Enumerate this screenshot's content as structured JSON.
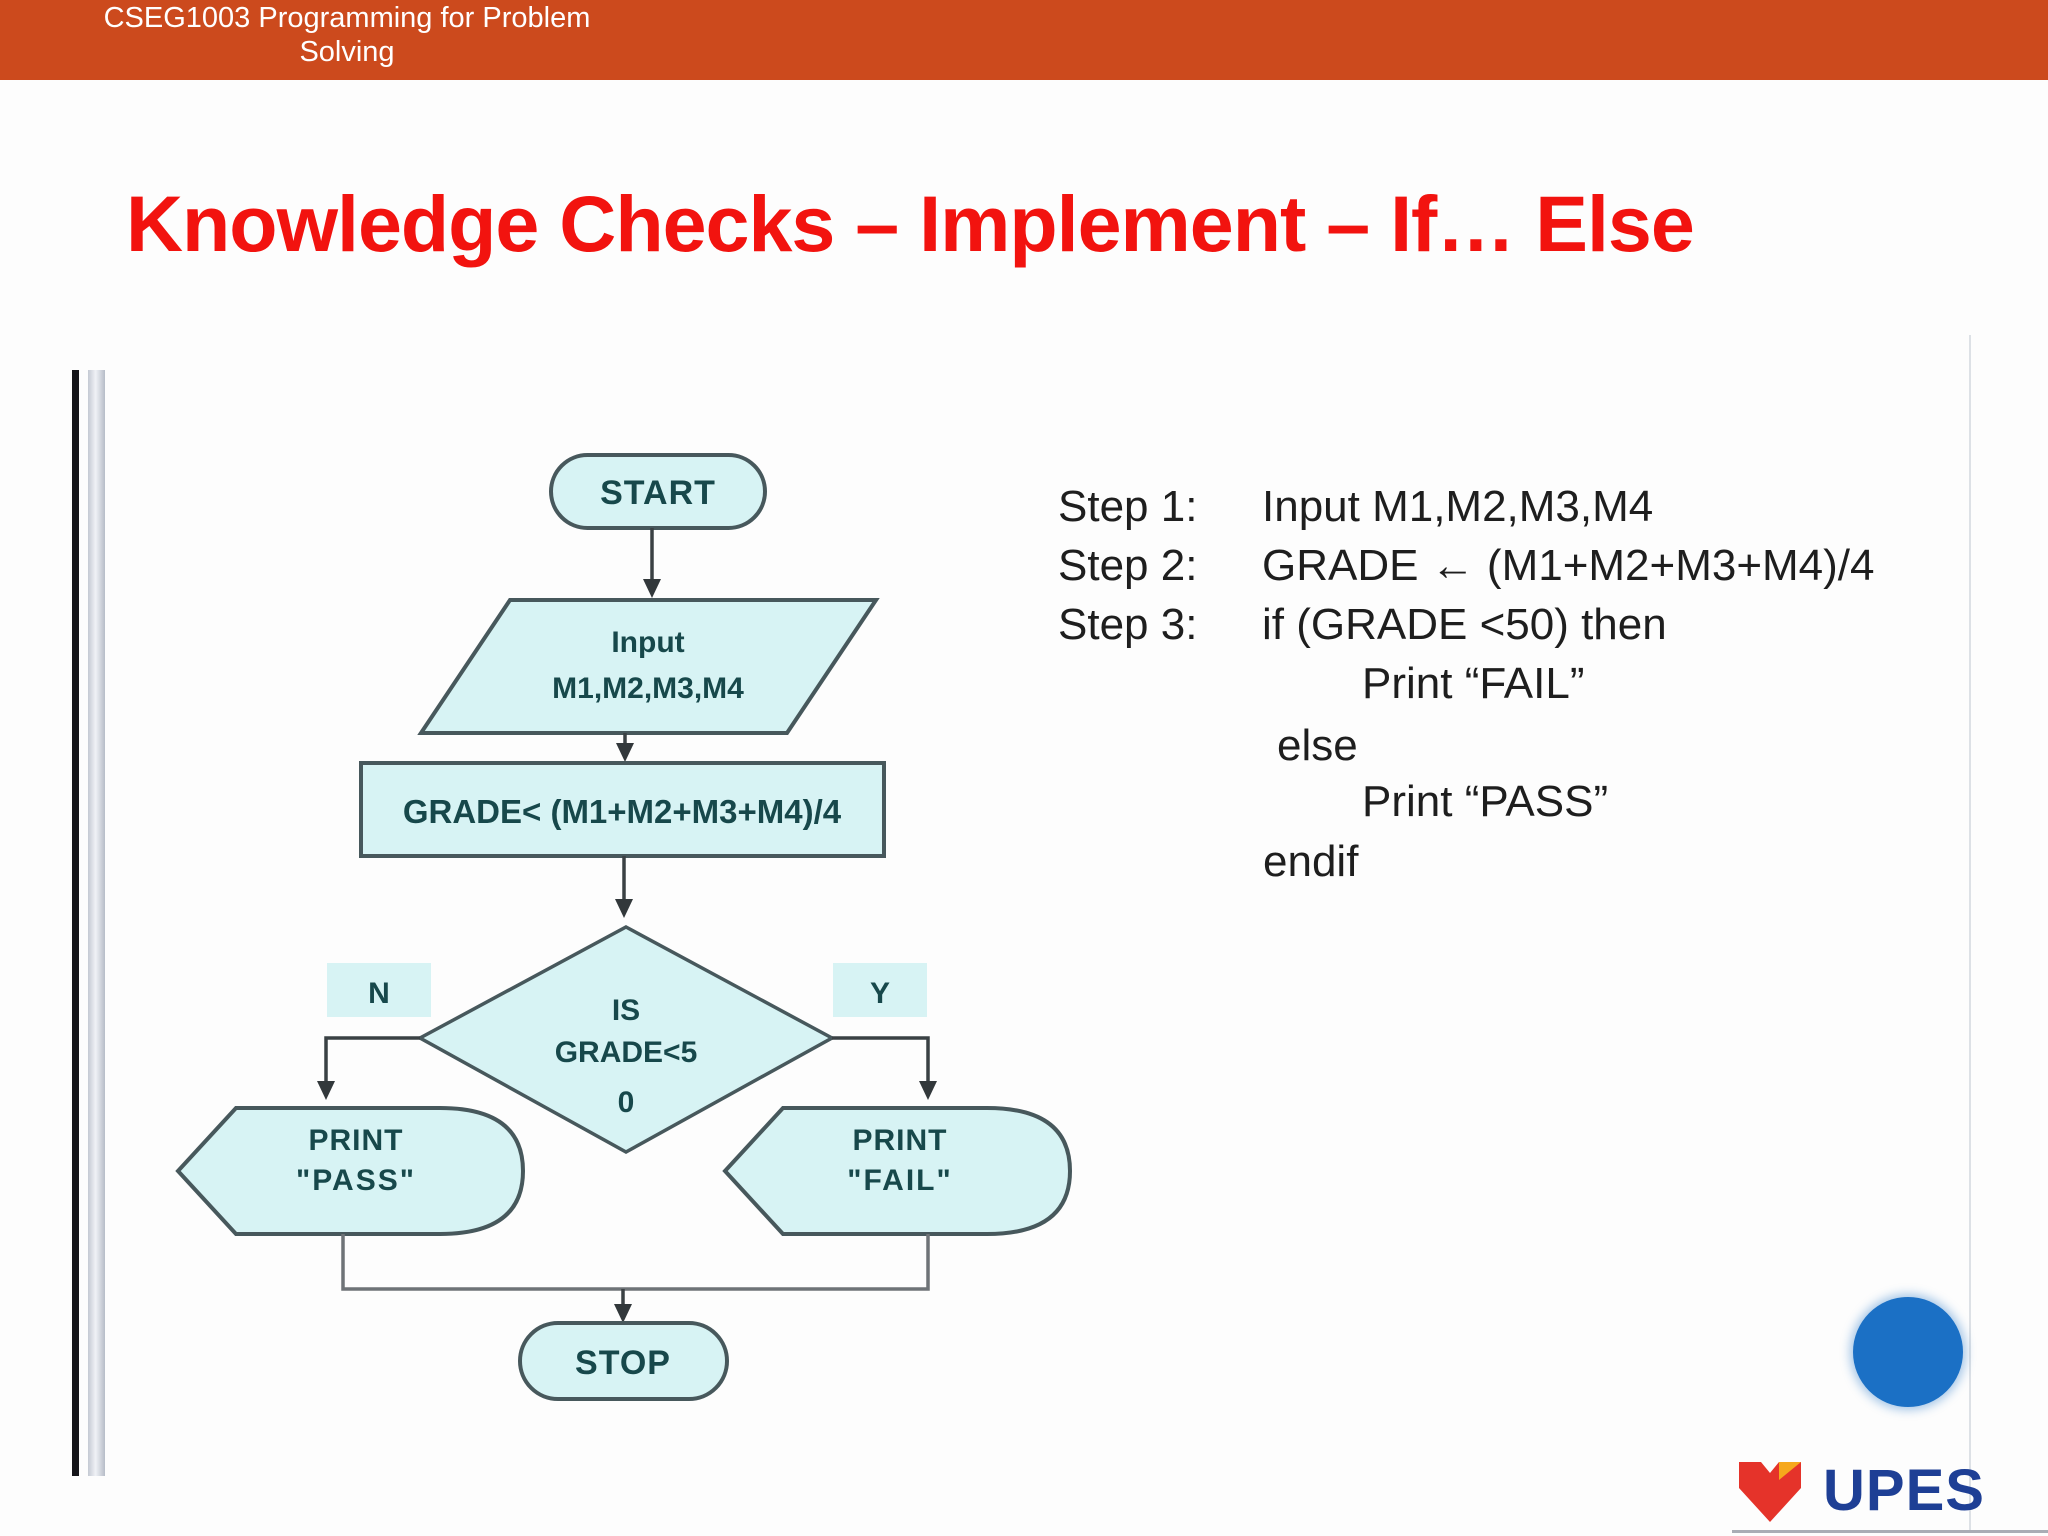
{
  "banner": {
    "line1": "CSEG1003 Programming for Problem",
    "line2": "Solving",
    "bg_color": "#cc4a1d",
    "text_color": "#ffffff"
  },
  "title": {
    "text": "Knowledge Checks – Implement – If… Else",
    "color": "#f2130f"
  },
  "flowchart": {
    "fill_color": "#d7f3f4",
    "border_color": "#47585c",
    "text_color": "#17484b",
    "connector_color": "#3a4144",
    "connector_gray": "#6e7377",
    "start": "START",
    "input_line1": "Input",
    "input_line2": "M1,M2,M3,M4",
    "process": "GRADE<  (M1+M2+M3+M4)/4",
    "decision_line1": "IS",
    "decision_line2": "GRADE<5",
    "decision_line3": "0",
    "branch_no": "N",
    "branch_yes": "Y",
    "print_pass_line1": "PRINT",
    "print_pass_line2": "\"PASS\"",
    "print_fail_line1": "PRINT",
    "print_fail_line2": "\"FAIL\"",
    "stop": "STOP"
  },
  "pseudocode": {
    "lines": [
      {
        "label": "Step 1:",
        "text": "Input M1,M2,M3,M4"
      },
      {
        "label": "Step 2:",
        "text": "GRADE ← (M1+M2+M3+M4)/4"
      },
      {
        "label": "Step 3:",
        "text": "if (GRADE <50) then"
      },
      {
        "label": "",
        "text": "Print “FAIL”"
      },
      {
        "label": "",
        "text": "else"
      },
      {
        "label": "",
        "text": "Print “PASS”"
      },
      {
        "label": "",
        "text": "endif"
      }
    ]
  },
  "logo": {
    "text": "UPES",
    "text_color": "#1e3f95",
    "mark_red": "#e5332a",
    "mark_yellow": "#f6a81c"
  },
  "webcam_dot_color": "#1b70c5"
}
